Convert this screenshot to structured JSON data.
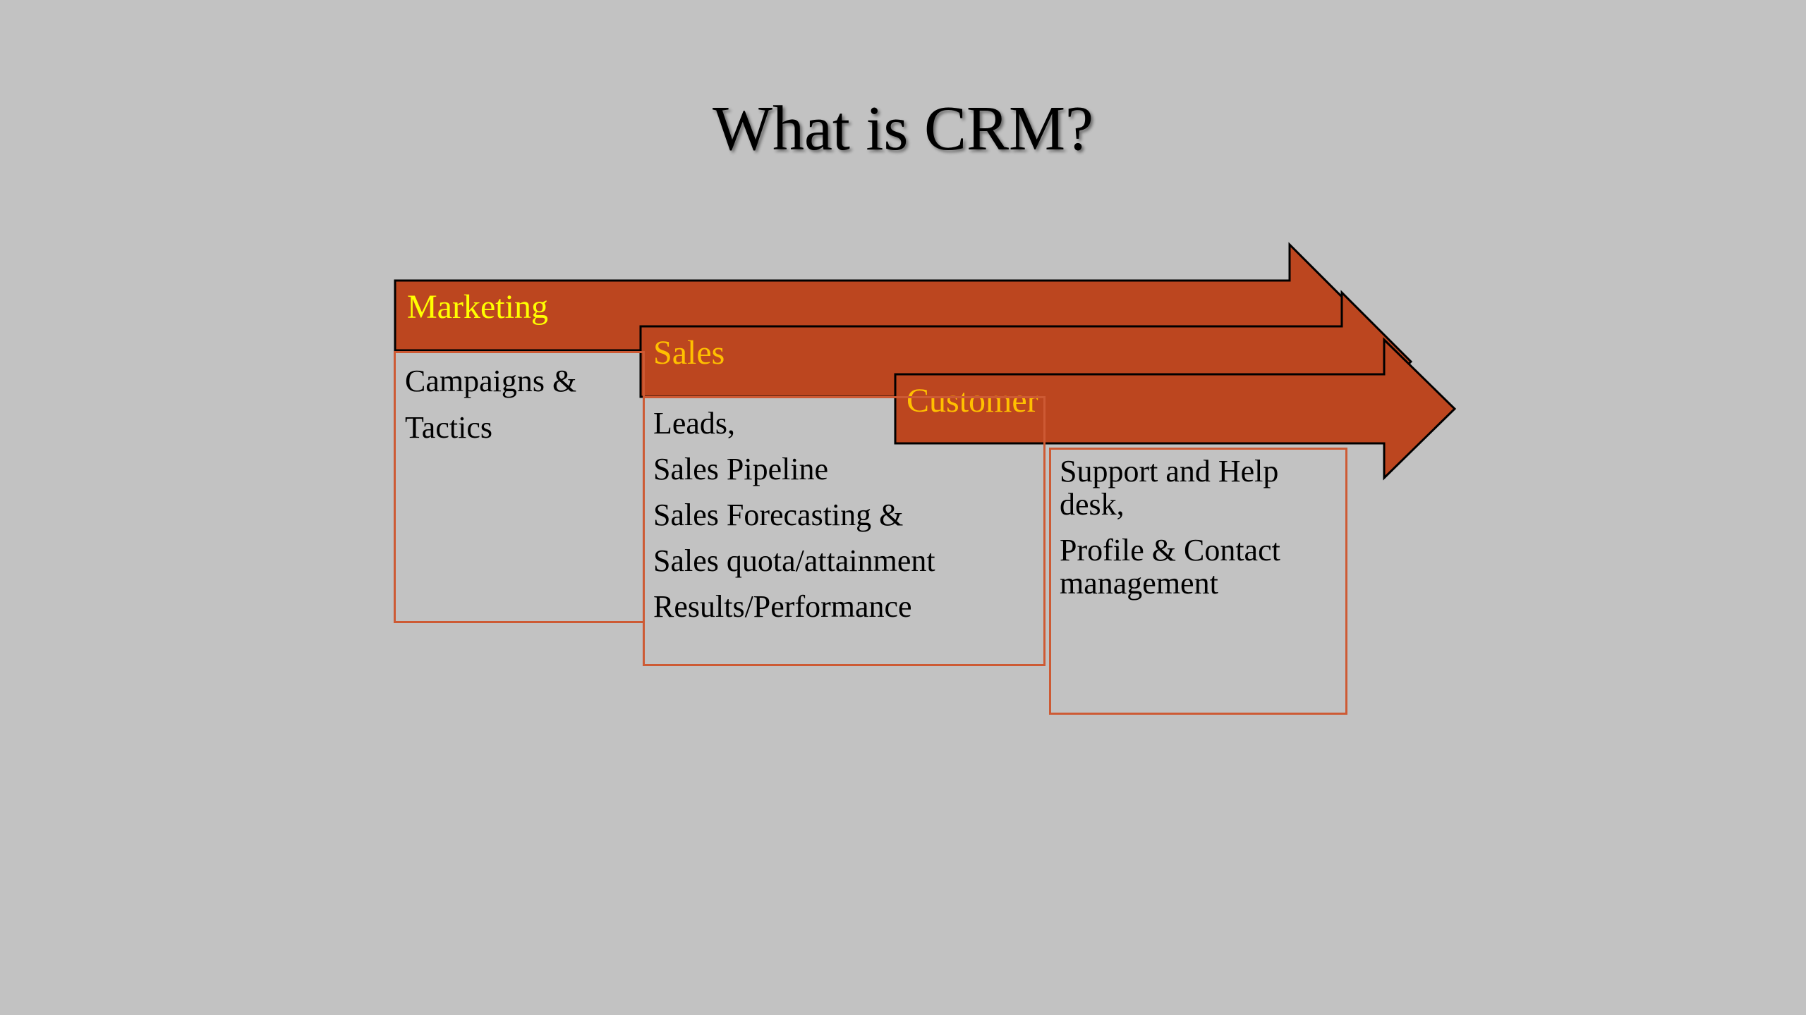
{
  "slide": {
    "title": "What is CRM?",
    "colors": {
      "background": "#c2c2c2",
      "arrow_fill": "#bc461f",
      "arrow_stroke": "#000000",
      "box_border": "#cd5a34",
      "marketing_label": "#ffff00",
      "stage_label": "#ffc000"
    },
    "stages": [
      {
        "label": "Marketing",
        "items": [
          "Campaigns &",
          "Tactics"
        ]
      },
      {
        "label": "Sales",
        "items": [
          "Leads,",
          "Sales Pipeline",
          "Sales Forecasting &",
          "Sales quota/attainment",
          "Results/Performance"
        ]
      },
      {
        "label": "Customer",
        "items": [
          "Support and Help desk,",
          "Profile & Contact management"
        ]
      }
    ]
  }
}
